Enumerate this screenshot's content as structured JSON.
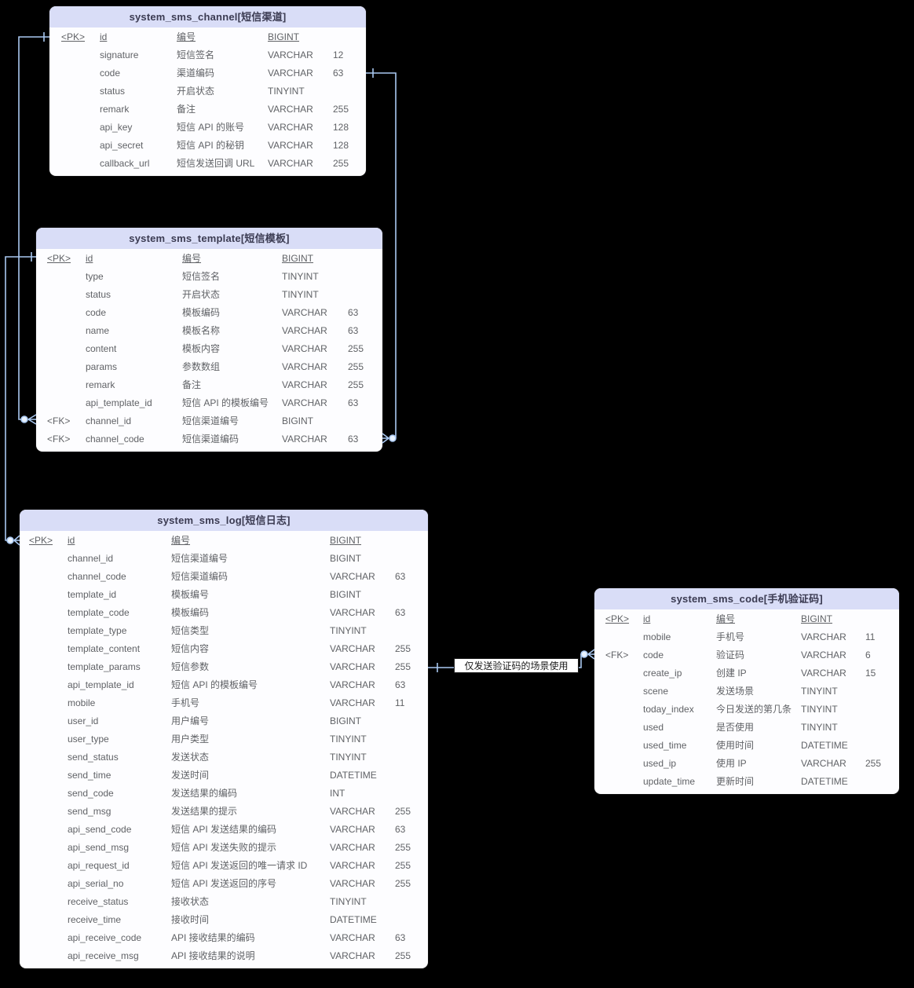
{
  "diagram": {
    "colors": {
      "bg": "#000000",
      "table_bg": "#fdfdff",
      "header_bg": "#d9ddf7",
      "header_text": "#3b3b52",
      "row_text": "#606266",
      "conn": "#a9c8f1",
      "node_fill": "#e8f2fe"
    }
  },
  "tables": [
    {
      "title": "system_sms_channel[短信渠道]",
      "fields": [
        {
          "key": "<PK>",
          "name": "id",
          "comment": "编号",
          "type": "BIGINT",
          "size": "",
          "pk": true
        },
        {
          "key": "",
          "name": "signature",
          "comment": "短信签名",
          "type": "VARCHAR",
          "size": "12"
        },
        {
          "key": "",
          "name": "code",
          "comment": "渠道编码",
          "type": "VARCHAR",
          "size": "63"
        },
        {
          "key": "",
          "name": "status",
          "comment": "开启状态",
          "type": "TINYINT",
          "size": ""
        },
        {
          "key": "",
          "name": "remark",
          "comment": "备注",
          "type": "VARCHAR",
          "size": "255"
        },
        {
          "key": "",
          "name": "api_key",
          "comment": "短信 API 的账号",
          "type": "VARCHAR",
          "size": "128"
        },
        {
          "key": "",
          "name": "api_secret",
          "comment": "短信 API 的秘钥",
          "type": "VARCHAR",
          "size": "128"
        },
        {
          "key": "",
          "name": "callback_url",
          "comment": "短信发送回调 URL",
          "type": "VARCHAR",
          "size": "255"
        }
      ]
    },
    {
      "title": "system_sms_template[短信模板]",
      "fields": [
        {
          "key": "<PK>",
          "name": "id",
          "comment": "编号",
          "type": "BIGINT",
          "size": "",
          "pk": true
        },
        {
          "key": "",
          "name": "type",
          "comment": "短信签名",
          "type": "TINYINT",
          "size": ""
        },
        {
          "key": "",
          "name": "status",
          "comment": "开启状态",
          "type": "TINYINT",
          "size": ""
        },
        {
          "key": "",
          "name": "code",
          "comment": "模板编码",
          "type": "VARCHAR",
          "size": "63"
        },
        {
          "key": "",
          "name": "name",
          "comment": "模板名称",
          "type": "VARCHAR",
          "size": "63"
        },
        {
          "key": "",
          "name": "content",
          "comment": "模板内容",
          "type": "VARCHAR",
          "size": "255"
        },
        {
          "key": "",
          "name": "params",
          "comment": "参数数组",
          "type": "VARCHAR",
          "size": "255"
        },
        {
          "key": "",
          "name": "remark",
          "comment": "备注",
          "type": "VARCHAR",
          "size": "255"
        },
        {
          "key": "",
          "name": "api_template_id",
          "comment": "短信 API 的模板编号",
          "type": "VARCHAR",
          "size": "63"
        },
        {
          "key": "<FK>",
          "name": "channel_id",
          "comment": "短信渠道编号",
          "type": "BIGINT",
          "size": ""
        },
        {
          "key": "<FK>",
          "name": "channel_code",
          "comment": "短信渠道编码",
          "type": "VARCHAR",
          "size": "63"
        }
      ]
    },
    {
      "title": "system_sms_log[短信日志]",
      "fields": [
        {
          "key": "<PK>",
          "name": "id",
          "comment": "编号",
          "type": "BIGINT",
          "size": "",
          "pk": true
        },
        {
          "key": "",
          "name": "channel_id",
          "comment": "短信渠道编号",
          "type": "BIGINT",
          "size": ""
        },
        {
          "key": "",
          "name": "channel_code",
          "comment": "短信渠道编码",
          "type": "VARCHAR",
          "size": "63"
        },
        {
          "key": "",
          "name": "template_id",
          "comment": "模板编号",
          "type": "BIGINT",
          "size": ""
        },
        {
          "key": "",
          "name": "template_code",
          "comment": "模板编码",
          "type": "VARCHAR",
          "size": "63"
        },
        {
          "key": "",
          "name": "template_type",
          "comment": "短信类型",
          "type": "TINYINT",
          "size": ""
        },
        {
          "key": "",
          "name": "template_content",
          "comment": "短信内容",
          "type": "VARCHAR",
          "size": "255"
        },
        {
          "key": "",
          "name": "template_params",
          "comment": "短信参数",
          "type": "VARCHAR",
          "size": "255"
        },
        {
          "key": "",
          "name": "api_template_id",
          "comment": "短信 API 的模板编号",
          "type": "VARCHAR",
          "size": "63"
        },
        {
          "key": "",
          "name": "mobile",
          "comment": "手机号",
          "type": "VARCHAR",
          "size": "11"
        },
        {
          "key": "",
          "name": "user_id",
          "comment": "用户编号",
          "type": "BIGINT",
          "size": ""
        },
        {
          "key": "",
          "name": "user_type",
          "comment": "用户类型",
          "type": "TINYINT",
          "size": ""
        },
        {
          "key": "",
          "name": "send_status",
          "comment": "发送状态",
          "type": "TINYINT",
          "size": ""
        },
        {
          "key": "",
          "name": "send_time",
          "comment": "发送时间",
          "type": "DATETIME",
          "size": ""
        },
        {
          "key": "",
          "name": "send_code",
          "comment": "发送结果的编码",
          "type": "INT",
          "size": ""
        },
        {
          "key": "",
          "name": "send_msg",
          "comment": "发送结果的提示",
          "type": "VARCHAR",
          "size": "255"
        },
        {
          "key": "",
          "name": "api_send_code",
          "comment": "短信 API 发送结果的编码",
          "type": "VARCHAR",
          "size": "63"
        },
        {
          "key": "",
          "name": "api_send_msg",
          "comment": "短信 API 发送失败的提示",
          "type": "VARCHAR",
          "size": "255"
        },
        {
          "key": "",
          "name": "api_request_id",
          "comment": "短信 API 发送返回的唯一请求 ID",
          "type": "VARCHAR",
          "size": "255"
        },
        {
          "key": "",
          "name": "api_serial_no",
          "comment": "短信 API 发送返回的序号",
          "type": "VARCHAR",
          "size": "255"
        },
        {
          "key": "",
          "name": "receive_status",
          "comment": "接收状态",
          "type": "TINYINT",
          "size": ""
        },
        {
          "key": "",
          "name": "receive_time",
          "comment": "接收时间",
          "type": "DATETIME",
          "size": ""
        },
        {
          "key": "",
          "name": "api_receive_code",
          "comment": "API 接收结果的编码",
          "type": "VARCHAR",
          "size": "63"
        },
        {
          "key": "",
          "name": "api_receive_msg",
          "comment": "API 接收结果的说明",
          "type": "VARCHAR",
          "size": "255"
        }
      ]
    },
    {
      "title": "system_sms_code[手机验证码]",
      "fields": [
        {
          "key": "<PK>",
          "name": "id",
          "comment": "编号",
          "type": "BIGINT",
          "size": "",
          "pk": true
        },
        {
          "key": "",
          "name": "mobile",
          "comment": "手机号",
          "type": "VARCHAR",
          "size": "11"
        },
        {
          "key": "<FK>",
          "name": "code",
          "comment": "验证码",
          "type": "VARCHAR",
          "size": "6"
        },
        {
          "key": "",
          "name": "create_ip",
          "comment": "创建 IP",
          "type": "VARCHAR",
          "size": "15"
        },
        {
          "key": "",
          "name": "scene",
          "comment": "发送场景",
          "type": "TINYINT",
          "size": ""
        },
        {
          "key": "",
          "name": "today_index",
          "comment": "今日发送的第几条",
          "type": "TINYINT",
          "size": ""
        },
        {
          "key": "",
          "name": "used",
          "comment": "是否使用",
          "type": "TINYINT",
          "size": ""
        },
        {
          "key": "",
          "name": "used_time",
          "comment": "使用时间",
          "type": "DATETIME",
          "size": ""
        },
        {
          "key": "",
          "name": "used_ip",
          "comment": "使用 IP",
          "type": "VARCHAR",
          "size": "255"
        },
        {
          "key": "",
          "name": "update_time",
          "comment": "更新时间",
          "type": "DATETIME",
          "size": ""
        }
      ]
    }
  ],
  "relations": [
    {
      "from": "system_sms_channel.id",
      "to": "system_sms_template.channel_id",
      "from_cardinality": "one",
      "to_cardinality": "zero-or-many",
      "label": ""
    },
    {
      "from": "system_sms_channel.code",
      "to": "system_sms_template.channel_code",
      "from_cardinality": "one",
      "to_cardinality": "zero-or-many",
      "label": ""
    },
    {
      "from": "system_sms_template.id",
      "to": "system_sms_log.id",
      "from_cardinality": "one",
      "to_cardinality": "zero-or-many",
      "label": ""
    },
    {
      "from": "system_sms_log",
      "to": "system_sms_code.code",
      "from_cardinality": "one",
      "to_cardinality": "zero-or-many",
      "label": "仅发送验证码的场景使用"
    }
  ]
}
